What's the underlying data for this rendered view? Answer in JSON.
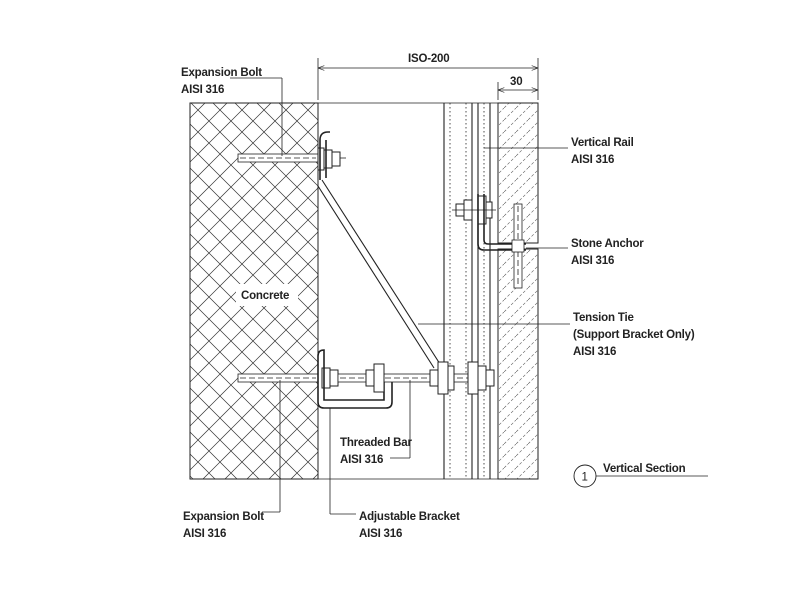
{
  "dimensions": {
    "overall": "ISO-200",
    "cladding": "30"
  },
  "labels": {
    "expansion_bolt_top": {
      "name": "Expansion Bolt",
      "material": "AISI 316"
    },
    "expansion_bolt_bottom": {
      "name": "Expansion Bolt",
      "material": "AISI 316"
    },
    "concrete": "Concrete",
    "vertical_rail": {
      "name": "Vertical Rail",
      "material": "AISI 316"
    },
    "stone_anchor": {
      "name": "Stone Anchor",
      "material": "AISI 316"
    },
    "tension_tie": {
      "name": "Tension Tie",
      "note": "(Support Bracket Only)",
      "material": "AISI 316"
    },
    "threaded_bar": {
      "name": "Threaded Bar",
      "material": "AISI 316"
    },
    "adjustable_bracket": {
      "name": "Adjustable Bracket",
      "material": "AISI 316"
    }
  },
  "section_tag": {
    "number": "1",
    "title": "Vertical Section"
  }
}
